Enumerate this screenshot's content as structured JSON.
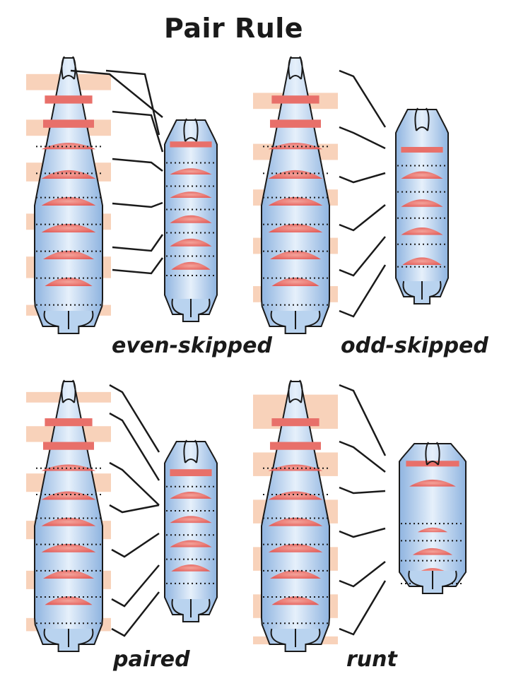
{
  "title": "Pair Rule",
  "genes": [
    {
      "name": "even-skipped"
    },
    {
      "name": "odd-skipped"
    },
    {
      "name": "paired"
    },
    {
      "name": "runt"
    }
  ],
  "colors": {
    "body_blue": "#b9d3ef",
    "band_peach": "#f7cdb3",
    "stripe_red": "#e8706a",
    "outline": "#1a1a1a"
  }
}
